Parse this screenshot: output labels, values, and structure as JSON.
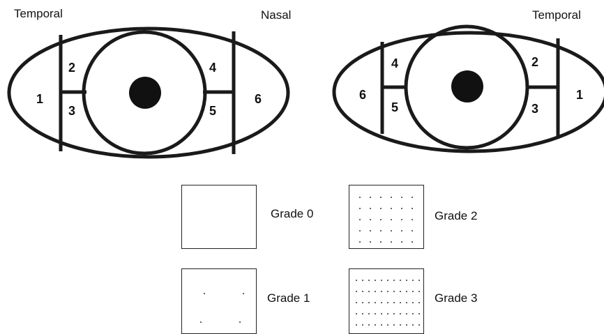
{
  "labels": {
    "temporal_left": "Temporal",
    "nasal": "Nasal",
    "temporal_right": "Temporal"
  },
  "left_eye_zones": [
    "1",
    "2",
    "3",
    "4",
    "5",
    "6"
  ],
  "right_eye_zones": [
    "6",
    "4",
    "5",
    "2",
    "3",
    "1"
  ],
  "grades": [
    {
      "label": "Grade 0",
      "pattern": "empty"
    },
    {
      "label": "Grade 1",
      "pattern": "sparse"
    },
    {
      "label": "Grade 2",
      "pattern": "moderate"
    },
    {
      "label": "Grade 3",
      "pattern": "dense"
    }
  ],
  "colors": {
    "stroke": "#1a1a1a",
    "pupil": "#111111",
    "background": "#ffffff"
  }
}
